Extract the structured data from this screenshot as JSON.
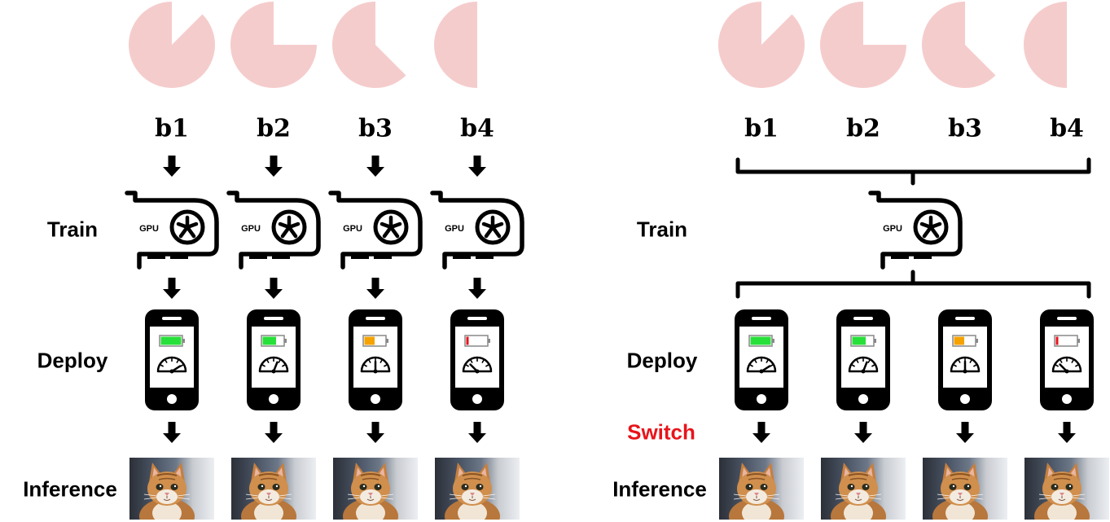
{
  "labels": {
    "train": "Train",
    "deploy": "Deploy",
    "inference": "Inference",
    "switch": "Switch"
  },
  "bitwidths": [
    "b1",
    "b2",
    "b3",
    "b4"
  ],
  "pie_fractions": [
    0.875,
    0.75,
    0.625,
    0.5
  ],
  "battery_levels": [
    1.0,
    0.66,
    0.5,
    0.12
  ],
  "battery_colors": [
    "#28e03a",
    "#28e03a",
    "#f5a300",
    "#e8141b"
  ],
  "gauge_levels": [
    0.82,
    0.62,
    0.5,
    0.25
  ],
  "gpu_label": "GPU",
  "colors": {
    "pie": "#f5cccc",
    "highlight": "#e8141b"
  }
}
